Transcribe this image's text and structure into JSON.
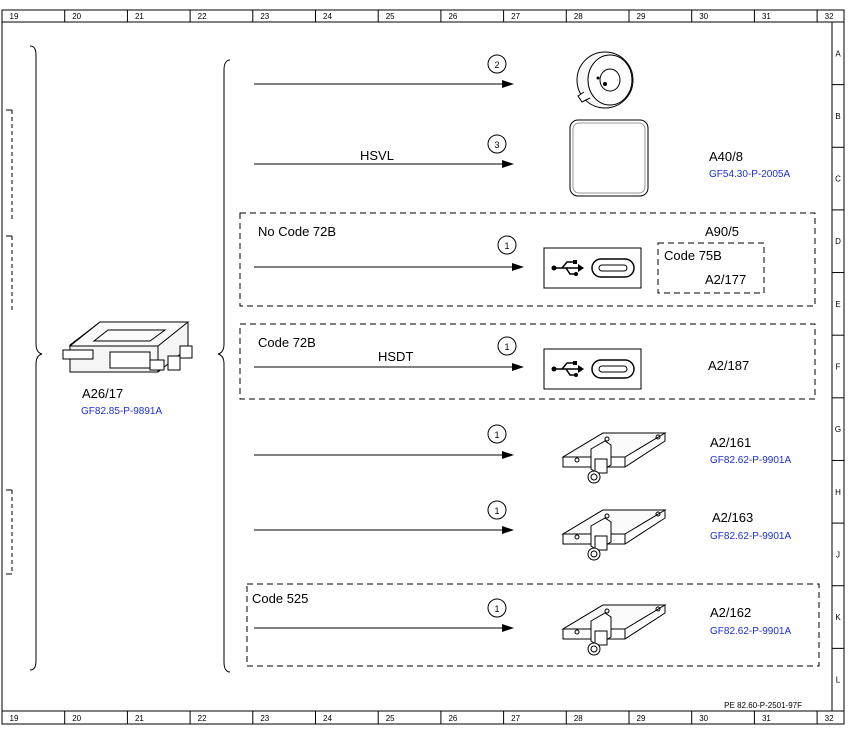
{
  "grid": {
    "columns": [
      "19",
      "20",
      "21",
      "22",
      "23",
      "24",
      "25",
      "26",
      "27",
      "28",
      "29",
      "30",
      "31",
      "32"
    ],
    "rows": [
      "A",
      "B",
      "C",
      "D",
      "E",
      "F",
      "G",
      "H",
      "J",
      "K",
      "L"
    ]
  },
  "footer_ref": "PE 82.60-P-2501-97F",
  "source": {
    "label": "A26/17",
    "doc": "GF82.85-P-9891A"
  },
  "connections": [
    {
      "circle": "2",
      "line_label": "",
      "code_label": "",
      "device": "",
      "doc": ""
    },
    {
      "circle": "3",
      "line_label": "HSVL",
      "code_label": "",
      "device": "A40/8",
      "doc": "GF54.30-P-2005A"
    },
    {
      "circle": "1",
      "line_label": "",
      "code_label": "No Code 72B",
      "device": "A90/5",
      "doc": "",
      "inner_code": "Code 75B",
      "inner_device": "A2/177"
    },
    {
      "circle": "1",
      "line_label": "HSDT",
      "code_label": "Code 72B",
      "device": "A2/187",
      "doc": ""
    },
    {
      "circle": "1",
      "line_label": "",
      "code_label": "",
      "device": "A2/161",
      "doc": "GF82.62-P-9901A"
    },
    {
      "circle": "1",
      "line_label": "",
      "code_label": "",
      "device": "A2/163",
      "doc": "GF82.62-P-9901A"
    },
    {
      "circle": "1",
      "line_label": "",
      "code_label": "Code 525",
      "device": "A2/162",
      "doc": "GF82.62-P-9901A"
    }
  ],
  "icons": {
    "usb": "usb-icon",
    "usb_c": "usb-c-port-icon",
    "camera": "camera-icon",
    "antenna_module": "antenna-module-icon",
    "control_unit": "control-unit-icon"
  }
}
